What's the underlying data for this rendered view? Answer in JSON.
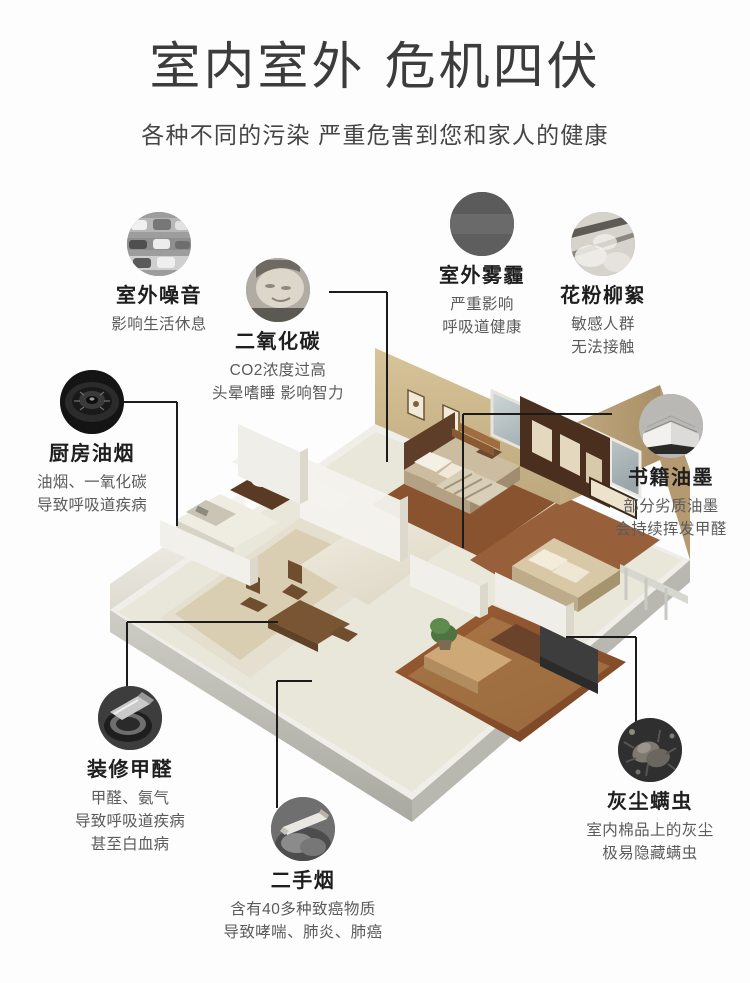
{
  "header": {
    "title": "室内室外 危机四伏",
    "subtitle": "各种不同的污染 严重危害到您和家人的健康"
  },
  "colors": {
    "background": "#fdfdfd",
    "title_text": "#3c3c3c",
    "subtitle_text": "#454545",
    "callout_title": "#1e1e1e",
    "callout_body": "#5b5b5b",
    "connector_line": "#1b1b1b"
  },
  "illustration": {
    "name": "isometric-cutaway-apartment-floorplan",
    "description": "3D 等轴测剖面户型图"
  },
  "callouts": [
    {
      "id": "outdoor-noise",
      "icon": "traffic-jam-icon",
      "title": "室外噪音",
      "lines": [
        "影响生活休息"
      ]
    },
    {
      "id": "co2",
      "icon": "sleeping-baby-icon",
      "title": "二氧化碳",
      "lines": [
        "CO2浓度过高",
        "头晕嗜睡 影响智力"
      ]
    },
    {
      "id": "outdoor-smog",
      "icon": "smog-haze-icon",
      "title": "室外雾霾",
      "lines": [
        "严重影响",
        "呼吸道健康"
      ]
    },
    {
      "id": "pollen",
      "icon": "pollen-catkin-icon",
      "title": "花粉柳絮",
      "lines": [
        "敏感人群",
        "无法接触"
      ]
    },
    {
      "id": "kitchen-fumes",
      "icon": "gas-stove-burner-icon",
      "title": "厨房油烟",
      "lines": [
        "油烟、一氧化碳",
        "导致呼吸道疾病"
      ]
    },
    {
      "id": "book-ink",
      "icon": "open-book-icon",
      "title": "书籍油墨",
      "lines": [
        "部分劣质油墨",
        "会持续挥发甲醛"
      ]
    },
    {
      "id": "formaldehyde",
      "icon": "paint-can-icon",
      "title": "装修甲醛",
      "lines": [
        "甲醛、氨气",
        "导致呼吸道疾病",
        "甚至白血病"
      ]
    },
    {
      "id": "secondhand-smoke",
      "icon": "cigarette-icon",
      "title": "二手烟",
      "lines": [
        "含有40多种致癌物质",
        "导致哮喘、肺炎、肺癌"
      ]
    },
    {
      "id": "dust-mites",
      "icon": "dust-mite-microscope-icon",
      "title": "灰尘螨虫",
      "lines": [
        "室内棉品上的灰尘",
        "极易隐藏螨虫"
      ]
    }
  ]
}
